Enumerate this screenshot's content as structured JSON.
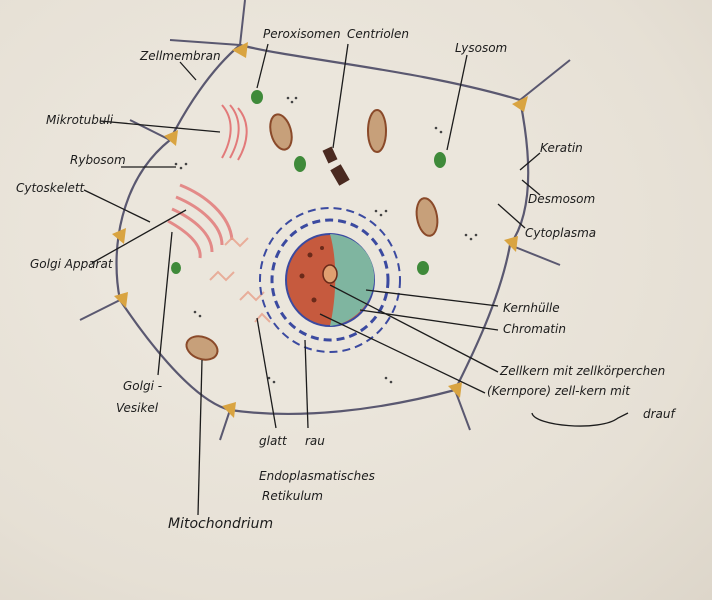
{
  "labels": {
    "zellmembran": "Zellmembran",
    "peroxisomen": "Peroxisomen",
    "centriolen": "Centriolen",
    "lysosom": "Lysosom",
    "mikrotubuli": "Mikrotubuli",
    "rybosom": "Rybosom",
    "cytoskelett": "Cytoskelett",
    "golgi_apparat": "Golgi Apparat",
    "keratin": "Keratin",
    "desmosom": "Desmosom",
    "cytoplasma": "Cytoplasma",
    "kernhuelle": "Kernhülle",
    "chromatin": "Chromatin",
    "zellkern_line1": "Zellkern mit zellkörperchen",
    "zellkern_line2": "(Kernpore) zell-kern mit",
    "drauf": "drauf",
    "golgi_vesikel_1": "Golgi -",
    "golgi_vesikel_2": "Vesikel",
    "glatt": "glatt",
    "rau": "rau",
    "er_line1": "Endoplasmatisches",
    "er_line2": "Retikulum",
    "mitochondrium": "Mitochondrium"
  },
  "colors": {
    "ink": "#1c1c1c",
    "membrane": "#5a5870",
    "desmosome": "#d9a441",
    "green": "#3f8a3a",
    "mito_brown": "#8a4a2a",
    "pink": "#e27a7a",
    "nucleus_red": "#c65a3e",
    "nucleus_teal": "#7fb5a0",
    "er_blue": "#3b4aa0"
  }
}
